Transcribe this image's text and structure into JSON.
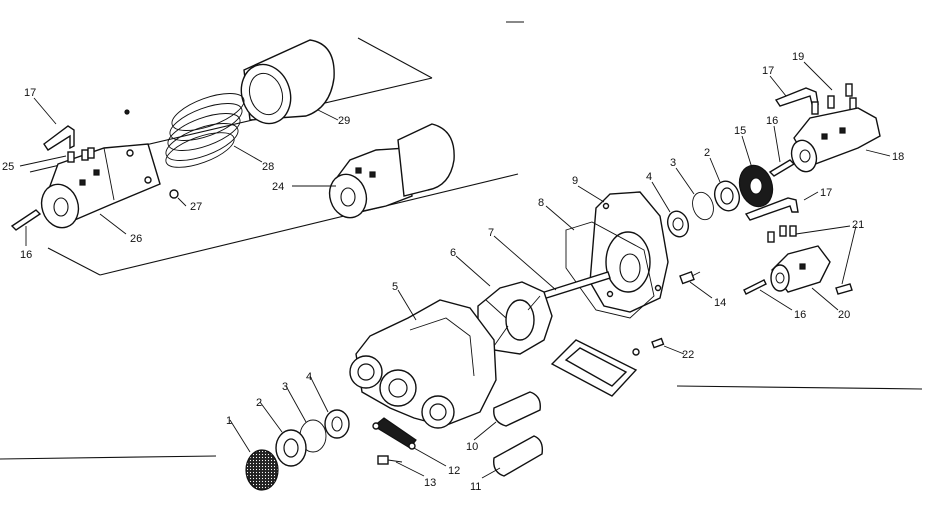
{
  "callouts": [
    "17",
    "25",
    "16",
    "26",
    "27",
    "24",
    "28",
    "29",
    "19",
    "17",
    "18",
    "15",
    "16",
    "2",
    "3",
    "4",
    "9",
    "8",
    "7",
    "6",
    "5",
    "17",
    "21",
    "14",
    "16",
    "20",
    "22",
    "4",
    "3",
    "2",
    "1",
    "12",
    "13",
    "10",
    "11"
  ]
}
